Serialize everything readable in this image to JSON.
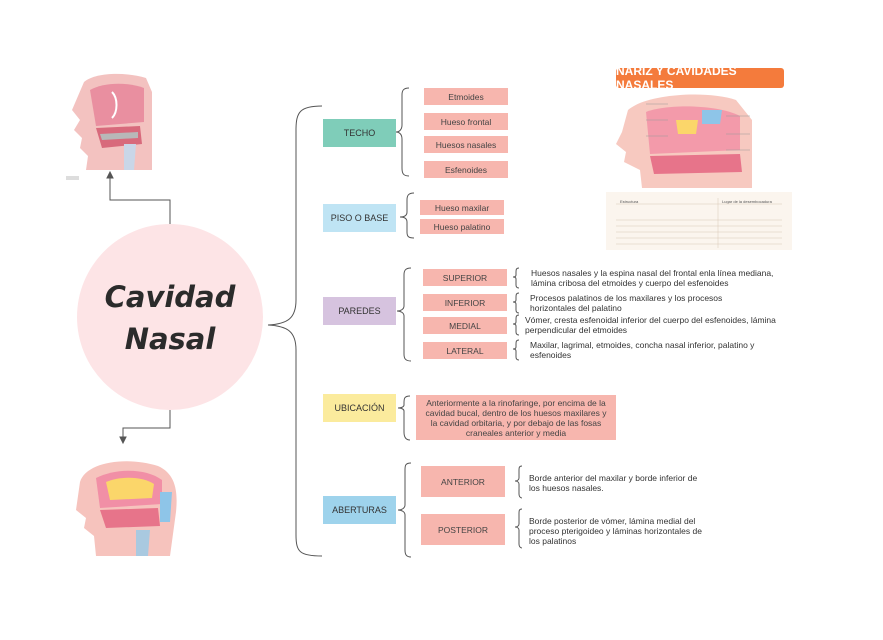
{
  "center": {
    "title_line1": "Cavidad",
    "title_line2": "Nasal"
  },
  "colors": {
    "circle": "#fde4e6",
    "techo": "#7fcdb9",
    "piso": "#bfe4f4",
    "paredes": "#d6c3df",
    "ubicacion": "#fbeb9d",
    "aberturas": "#9ed3ec",
    "item": "#f7b6ae",
    "lines": "#555555"
  },
  "categories": {
    "techo": {
      "label": "TECHO",
      "items": [
        "Etmoides",
        "Hueso frontal",
        "Huesos nasales",
        "Esfenoides"
      ]
    },
    "piso": {
      "label": "PISO O BASE",
      "items": [
        "Hueso maxilar",
        "Hueso palatino"
      ]
    },
    "paredes": {
      "label": "PAREDES",
      "items": [
        {
          "label": "SUPERIOR",
          "desc_line1": "Huesos nasales y la espina nasal del frontal enla línea mediana,",
          "desc_line2": "lámina cribosa del etmoides  y cuerpo del esfenoides"
        },
        {
          "label": "INFERIOR",
          "desc_line1": "Procesos palatinos de los maxilares y los procesos",
          "desc_line2": "horizontales del palatino"
        },
        {
          "label": "MEDIAL",
          "desc_line1": "Vómer, cresta esfenoidal inferior del cuerpo del esfenoides, lámina",
          "desc_line2": "perpendicular del etmoides"
        },
        {
          "label": "LATERAL",
          "desc_line1": "Maxilar, lagrimal, etmoides, concha nasal inferior, palatino y",
          "desc_line2": "esfenoides"
        }
      ]
    },
    "ubicacion": {
      "label": "UBICACIÓN",
      "text_lines": [
        "Anteriormente a la rinofaringe, por encima de la",
        "cavidad bucal, dentro de los huesos maxilares y",
        "la cavidad orbitaria, y por debajo de las fosas",
        "craneales anterior y media"
      ]
    },
    "aberturas": {
      "label": "ABERTURAS",
      "items": [
        {
          "label": "ANTERIOR",
          "desc_lines": [
            "Borde anterior del maxilar y borde inferior de",
            "los huesos nasales."
          ]
        },
        {
          "label": "POSTERIOR",
          "desc_lines": [
            "Borde posterior de vómer,  lámina medial del",
            "proceso pterigoideo  y láminas horizontales de",
            "los palatinos"
          ]
        }
      ]
    }
  },
  "poster": {
    "banner": "NARIZ Y CAVIDADES NASALES",
    "table_headers": [
      "Estructura",
      "Lugar de la desembocadura"
    ]
  }
}
